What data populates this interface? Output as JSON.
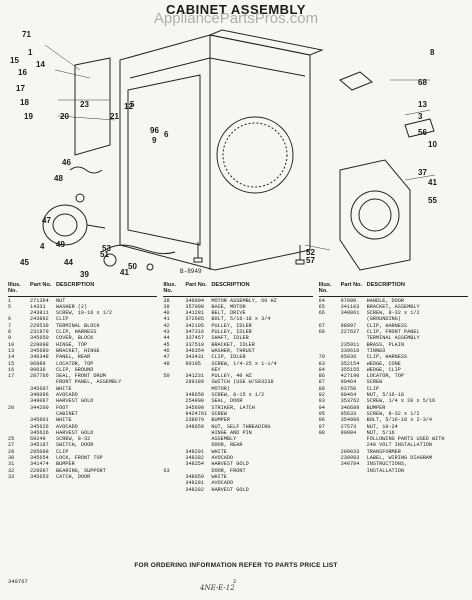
{
  "title": "CABINET ASSEMBLY",
  "watermark": "AppliancePartsPros.com",
  "diagram_code": "B-8949",
  "callouts": [
    {
      "label": "71"
    },
    {
      "label": "1"
    },
    {
      "label": "15"
    },
    {
      "label": "16"
    },
    {
      "label": "17"
    },
    {
      "label": "18"
    },
    {
      "label": "19"
    },
    {
      "label": "20"
    },
    {
      "label": "21"
    },
    {
      "label": "5"
    },
    {
      "label": "14"
    },
    {
      "label": "23"
    },
    {
      "label": "12"
    },
    {
      "label": "9"
    },
    {
      "label": "96"
    },
    {
      "label": "6"
    },
    {
      "label": "68"
    },
    {
      "label": "13"
    },
    {
      "label": "3"
    },
    {
      "label": "56"
    },
    {
      "label": "10"
    },
    {
      "label": "37"
    },
    {
      "label": "41"
    },
    {
      "label": "55"
    },
    {
      "label": "46"
    },
    {
      "label": "48"
    },
    {
      "label": "47"
    },
    {
      "label": "49"
    },
    {
      "label": "51"
    },
    {
      "label": "53"
    },
    {
      "label": "52"
    },
    {
      "label": "57"
    },
    {
      "label": "50"
    },
    {
      "label": "41"
    },
    {
      "label": "39"
    },
    {
      "label": "44"
    },
    {
      "label": "45"
    },
    {
      "label": "8"
    },
    {
      "label": "4"
    }
  ],
  "columns_header": {
    "illus": "Illus. No.",
    "part": "Part No.",
    "desc": "DESCRIPTION"
  },
  "parts_col1": [
    {
      "illus": "1",
      "part": "271364",
      "desc": "NUT"
    },
    {
      "illus": "5",
      "part": "14331",
      "desc": "WASHER (2)"
    },
    {
      "illus": "",
      "part": "243811",
      "desc": "SCREW, 10-16 x 1/2"
    },
    {
      "illus": "6",
      "part": "243892",
      "desc": "CLIP"
    },
    {
      "illus": "7",
      "part": "229539",
      "desc": "TERMINAL BLOCK"
    },
    {
      "illus": "8",
      "part": "231979",
      "desc": "CLIP, HARNESS"
    },
    {
      "illus": "9",
      "part": "345650",
      "desc": "COVER, BLOCK"
    },
    {
      "illus": "10",
      "part": "228098",
      "desc": "HINGE, TOP"
    },
    {
      "illus": "13",
      "part": "345680",
      "desc": "BRACKET, HINGE"
    },
    {
      "illus": "14",
      "part": "346348",
      "desc": "PANEL, REAR"
    },
    {
      "illus": "15",
      "part": "96889",
      "desc": "LOCATOR, TOP"
    },
    {
      "illus": "16",
      "part": "90036",
      "desc": "CLIP, GROUND"
    },
    {
      "illus": "17",
      "part": "287766",
      "desc": "SEAL, FRONT DRUM"
    },
    {
      "illus": "",
      "part": "",
      "desc": "FRONT PANEL, ASSEMBLY"
    },
    {
      "illus": "",
      "part": "345697",
      "desc": "WHITE"
    },
    {
      "illus": "",
      "part": "346096",
      "desc": "AVOCADO"
    },
    {
      "illus": "",
      "part": "349097",
      "desc": "HARVEST GOLD"
    },
    {
      "illus": "20",
      "part": "344200",
      "desc": "FOOT"
    },
    {
      "illus": "",
      "part": "",
      "desc": "CABINET"
    },
    {
      "illus": "",
      "part": "345601",
      "desc": "WHITE"
    },
    {
      "illus": "",
      "part": "345626",
      "desc": "AVOCADO"
    },
    {
      "illus": "",
      "part": "345626",
      "desc": "HARVEST GOLD"
    },
    {
      "illus": "25",
      "part": "69249",
      "desc": "SCREW, 8-32"
    },
    {
      "illus": "27",
      "part": "345187",
      "desc": "SWITCH, DOOR"
    },
    {
      "illus": "28",
      "part": "295098",
      "desc": "CLIP"
    },
    {
      "illus": "30",
      "part": "345654",
      "desc": "LOCK, FRONT TOP"
    },
    {
      "illus": "31",
      "part": "341474",
      "desc": "BUMPER"
    },
    {
      "illus": "32",
      "part": "226097",
      "desc": "BEARING, SUPPORT"
    },
    {
      "illus": "33",
      "part": "345653",
      "desc": "CATCH, DOOR"
    }
  ],
  "parts_col2": [
    {
      "illus": "38",
      "part": "346094",
      "desc": "MOTOR ASSEMBLY, 60 HZ"
    },
    {
      "illus": "",
      "part": "",
      "desc": ""
    },
    {
      "illus": "39",
      "part": "357098",
      "desc": "BASE, MOTOR"
    },
    {
      "illus": "40",
      "part": "341281",
      "desc": "BELT, DRIVE"
    },
    {
      "illus": "41",
      "part": "372685",
      "desc": "BOLT, 5/16-18 x 3/4"
    },
    {
      "illus": "42",
      "part": "342105",
      "desc": "PULLEY, IDLER"
    },
    {
      "illus": "43",
      "part": "347316",
      "desc": "PULLEY, IDLER"
    },
    {
      "illus": "44",
      "part": "337457",
      "desc": "SHAFT, IDLER"
    },
    {
      "illus": "45",
      "part": "337510",
      "desc": "BRACKET, IDLER"
    },
    {
      "illus": "46",
      "part": "346354",
      "desc": "WASHER, THRUST"
    },
    {
      "illus": "47",
      "part": "343431",
      "desc": "CLIP, IDLER"
    },
    {
      "illus": "48",
      "part": "90195",
      "desc": "SCREW, 1/4-25 x 1-1/4"
    },
    {
      "illus": "",
      "part": "",
      "desc": "KEY"
    },
    {
      "illus": "50",
      "part": "341231",
      "desc": "PULLEY, 40 HZ"
    },
    {
      "illus": "",
      "part": "289189",
      "desc": "SWITCH (USE W/S83238"
    },
    {
      "illus": "",
      "part": "",
      "desc": "MOTOR)"
    },
    {
      "illus": "",
      "part": "348658",
      "desc": "SCREW, 8-15 x 1/2"
    },
    {
      "illus": "",
      "part": "254800",
      "desc": "SEAL, DOOR"
    },
    {
      "illus": "",
      "part": "345690",
      "desc": "STRIKER, LATCH"
    },
    {
      "illus": "",
      "part": "9424761",
      "desc": "SCREW"
    },
    {
      "illus": "",
      "part": "238079",
      "desc": "BUMPER"
    },
    {
      "illus": "",
      "part": "348650",
      "desc": "NUT, SELF THREADING"
    },
    {
      "illus": "",
      "part": "",
      "desc": "HINGE AND PIN"
    },
    {
      "illus": "",
      "part": "",
      "desc": "ASSEMBLY"
    },
    {
      "illus": "",
      "part": "",
      "desc": "DOOR, REAR"
    },
    {
      "illus": "",
      "part": "348201",
      "desc": "WHITE"
    },
    {
      "illus": "",
      "part": "348282",
      "desc": "AVOCADO"
    },
    {
      "illus": "",
      "part": "348254",
      "desc": "HARVEST GOLD"
    },
    {
      "illus": "63",
      "part": "",
      "desc": "DOOR, FRONT"
    },
    {
      "illus": "",
      "part": "348059",
      "desc": "WHITE"
    },
    {
      "illus": "",
      "part": "348281",
      "desc": "AVOCADO"
    },
    {
      "illus": "",
      "part": "348282",
      "desc": "HARVEST GOLD"
    }
  ],
  "parts_col3": [
    {
      "illus": "64",
      "part": "97090",
      "desc": "HANDLE, DOOR"
    },
    {
      "illus": "65",
      "part": "341103",
      "desc": "BRACKET, ASSEMBLY"
    },
    {
      "illus": "66",
      "part": "348061",
      "desc": "SCREW, 8-32 x 1/2"
    },
    {
      "illus": "",
      "part": "",
      "desc": "(GROUNDING)"
    },
    {
      "illus": "67",
      "part": "98997",
      "desc": "CLIP, HARNESS"
    },
    {
      "illus": "68",
      "part": "227627",
      "desc": "CLIP, FRONT PANEL"
    },
    {
      "illus": "",
      "part": "",
      "desc": "TERMINAL ASSEMBLY"
    },
    {
      "illus": "",
      "part": "235911",
      "desc": "BRASS, PLAIN"
    },
    {
      "illus": "",
      "part": "339610",
      "desc": "TINNED"
    },
    {
      "illus": "79",
      "part": "95036",
      "desc": "CLIP, HARNESS"
    },
    {
      "illus": "83",
      "part": "352154",
      "desc": "WEDGE, CONE"
    },
    {
      "illus": "84",
      "part": "355155",
      "desc": "WEDGE, CLIP"
    },
    {
      "illus": "86",
      "part": "427190",
      "desc": "LOCATOR, TOP"
    },
    {
      "illus": "87",
      "part": "90464",
      "desc": "SCREW"
    },
    {
      "illus": "88",
      "part": "63750",
      "desc": "CLIP"
    },
    {
      "illus": "92",
      "part": "90464",
      "desc": "NUT, 5/16-18"
    },
    {
      "illus": "93",
      "part": "353762",
      "desc": "SCREW, 1/4 x 20 x 5/16"
    },
    {
      "illus": "94",
      "part": "346689",
      "desc": "BUMPER"
    },
    {
      "illus": "95",
      "part": "95633",
      "desc": "SCREW, 8-32 x 1/2"
    },
    {
      "illus": "96",
      "part": "354986",
      "desc": "BOLT, 5/16-18 x 2-3/4"
    },
    {
      "illus": "97",
      "part": "27573",
      "desc": "NUT, 10-24"
    },
    {
      "illus": "98",
      "part": "90984",
      "desc": "NUT, 5/16"
    },
    {
      "illus": "",
      "part": "",
      "desc": ""
    },
    {
      "illus": "",
      "part": "",
      "desc": "FOLLOWING PARTS USED WITH"
    },
    {
      "illus": "",
      "part": "",
      "desc": "240 VOLT INSTALLATION"
    },
    {
      "illus": "",
      "part": "",
      "desc": ""
    },
    {
      "illus": "",
      "part": "299033",
      "desc": "TRANSFORMER"
    },
    {
      "illus": "",
      "part": "230083",
      "desc": "LABEL, WIRING DIAGRAM"
    },
    {
      "illus": "",
      "part": "340784",
      "desc": "INSTRUCTIONS,"
    },
    {
      "illus": "",
      "part": "",
      "desc": "INSTALLATION"
    }
  ],
  "footer_note": "FOR ORDERING INFORMATION REFER TO PARTS PRICE LIST",
  "doc_number": "340767",
  "page_number": "2",
  "handwritten_note": "4NE-E-12"
}
